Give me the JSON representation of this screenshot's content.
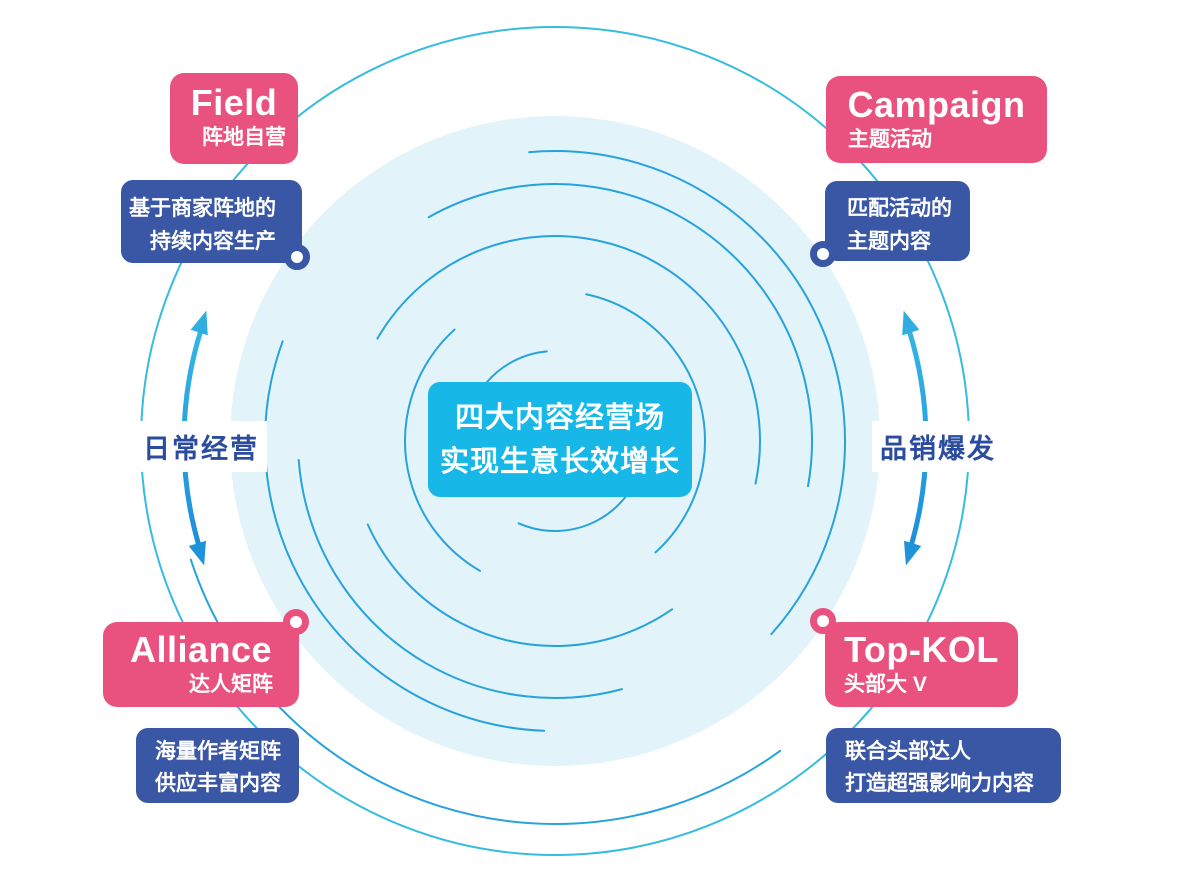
{
  "diagram": {
    "title_center": {
      "line1": "四大内容经营场",
      "line2": "实现生意长效增长"
    },
    "axis_labels": {
      "left": "日常经营",
      "right": "品销爆发"
    },
    "quadrants": [
      {
        "key": "field",
        "title": "Field",
        "subtitle": "阵地自营",
        "desc": [
          "基于商家阵地的",
          "持续内容生产"
        ]
      },
      {
        "key": "campaign",
        "title": "Campaign",
        "subtitle": "主题活动",
        "desc": [
          "匹配活动的",
          "主题内容"
        ]
      },
      {
        "key": "alliance",
        "title": "Alliance",
        "subtitle": "达人矩阵",
        "desc": [
          "海量作者矩阵",
          "供应丰富内容"
        ]
      },
      {
        "key": "top-kol",
        "title": "Top-KOL",
        "subtitle": "头部大 V",
        "desc": [
          "联合头部达人",
          "打造超强影响力内容"
        ]
      }
    ],
    "colors": {
      "pink": "#E9527F",
      "indigo": "#3A57A6",
      "navy_text": "#2B4C9E",
      "cyan_center_box": "#17B8E8",
      "pale_disc": "#E2F3FA",
      "ring_stroke": "#27A3DB",
      "outer_ring": "#36BCDD",
      "arrow_gradient_top": "#35B5E4",
      "arrow_gradient_bottom": "#1D8FD9"
    }
  }
}
